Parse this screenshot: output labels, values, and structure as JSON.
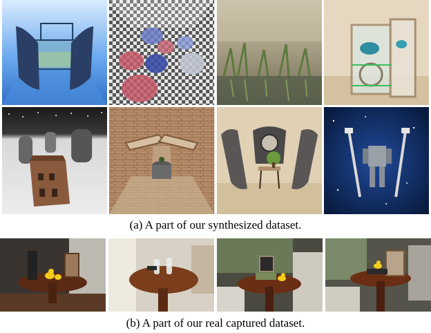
{
  "figure": {
    "synthesized_caption": "(a) A part of our synthesized dataset.",
    "real_caption": "(b) A part of our real captured dataset."
  },
  "synthesized_tiles": [
    {
      "scene": "mirrors-aquarium-blue-room"
    },
    {
      "scene": "glass-spheres-checkerboard-room"
    },
    {
      "scene": "grass-wood-wall-reflection"
    },
    {
      "scene": "glass-cabinet-fish-wood-room"
    },
    {
      "scene": "western-town-mirror-hall"
    },
    {
      "scene": "brick-room-mirror-star"
    },
    {
      "scene": "ornate-mirrors-plant-table"
    },
    {
      "scene": "robot-mirrors-starry-night"
    }
  ],
  "real_tiles": [
    {
      "scene": "round-table-duck-mirror-dark-room"
    },
    {
      "scene": "round-table-glass-bottles-chair"
    },
    {
      "scene": "round-table-books-duck-window"
    },
    {
      "scene": "round-table-duck-mirror-window"
    }
  ]
}
